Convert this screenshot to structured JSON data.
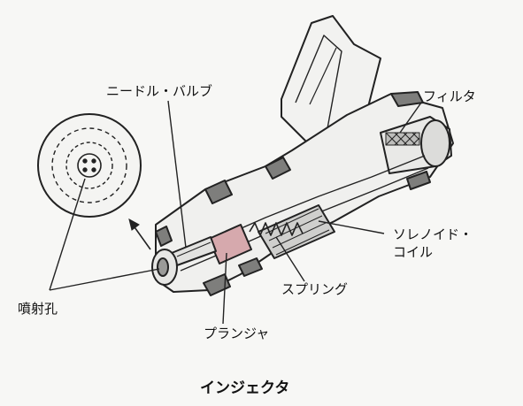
{
  "caption": "インジェクタ",
  "labels": {
    "needle_valve": "ニードル・バルブ",
    "filter": "フィルタ",
    "solenoid_line1": "ソレノイド・",
    "solenoid_line2": "コイル",
    "spring": "スプリング",
    "plunger": "プランジャ",
    "nozzle_hole": "噴射孔"
  },
  "colors": {
    "outline": "#222222",
    "body_fill": "#f2f2f0",
    "shade": "#8a8a88",
    "plunger_tint": "#d6a9ad"
  }
}
